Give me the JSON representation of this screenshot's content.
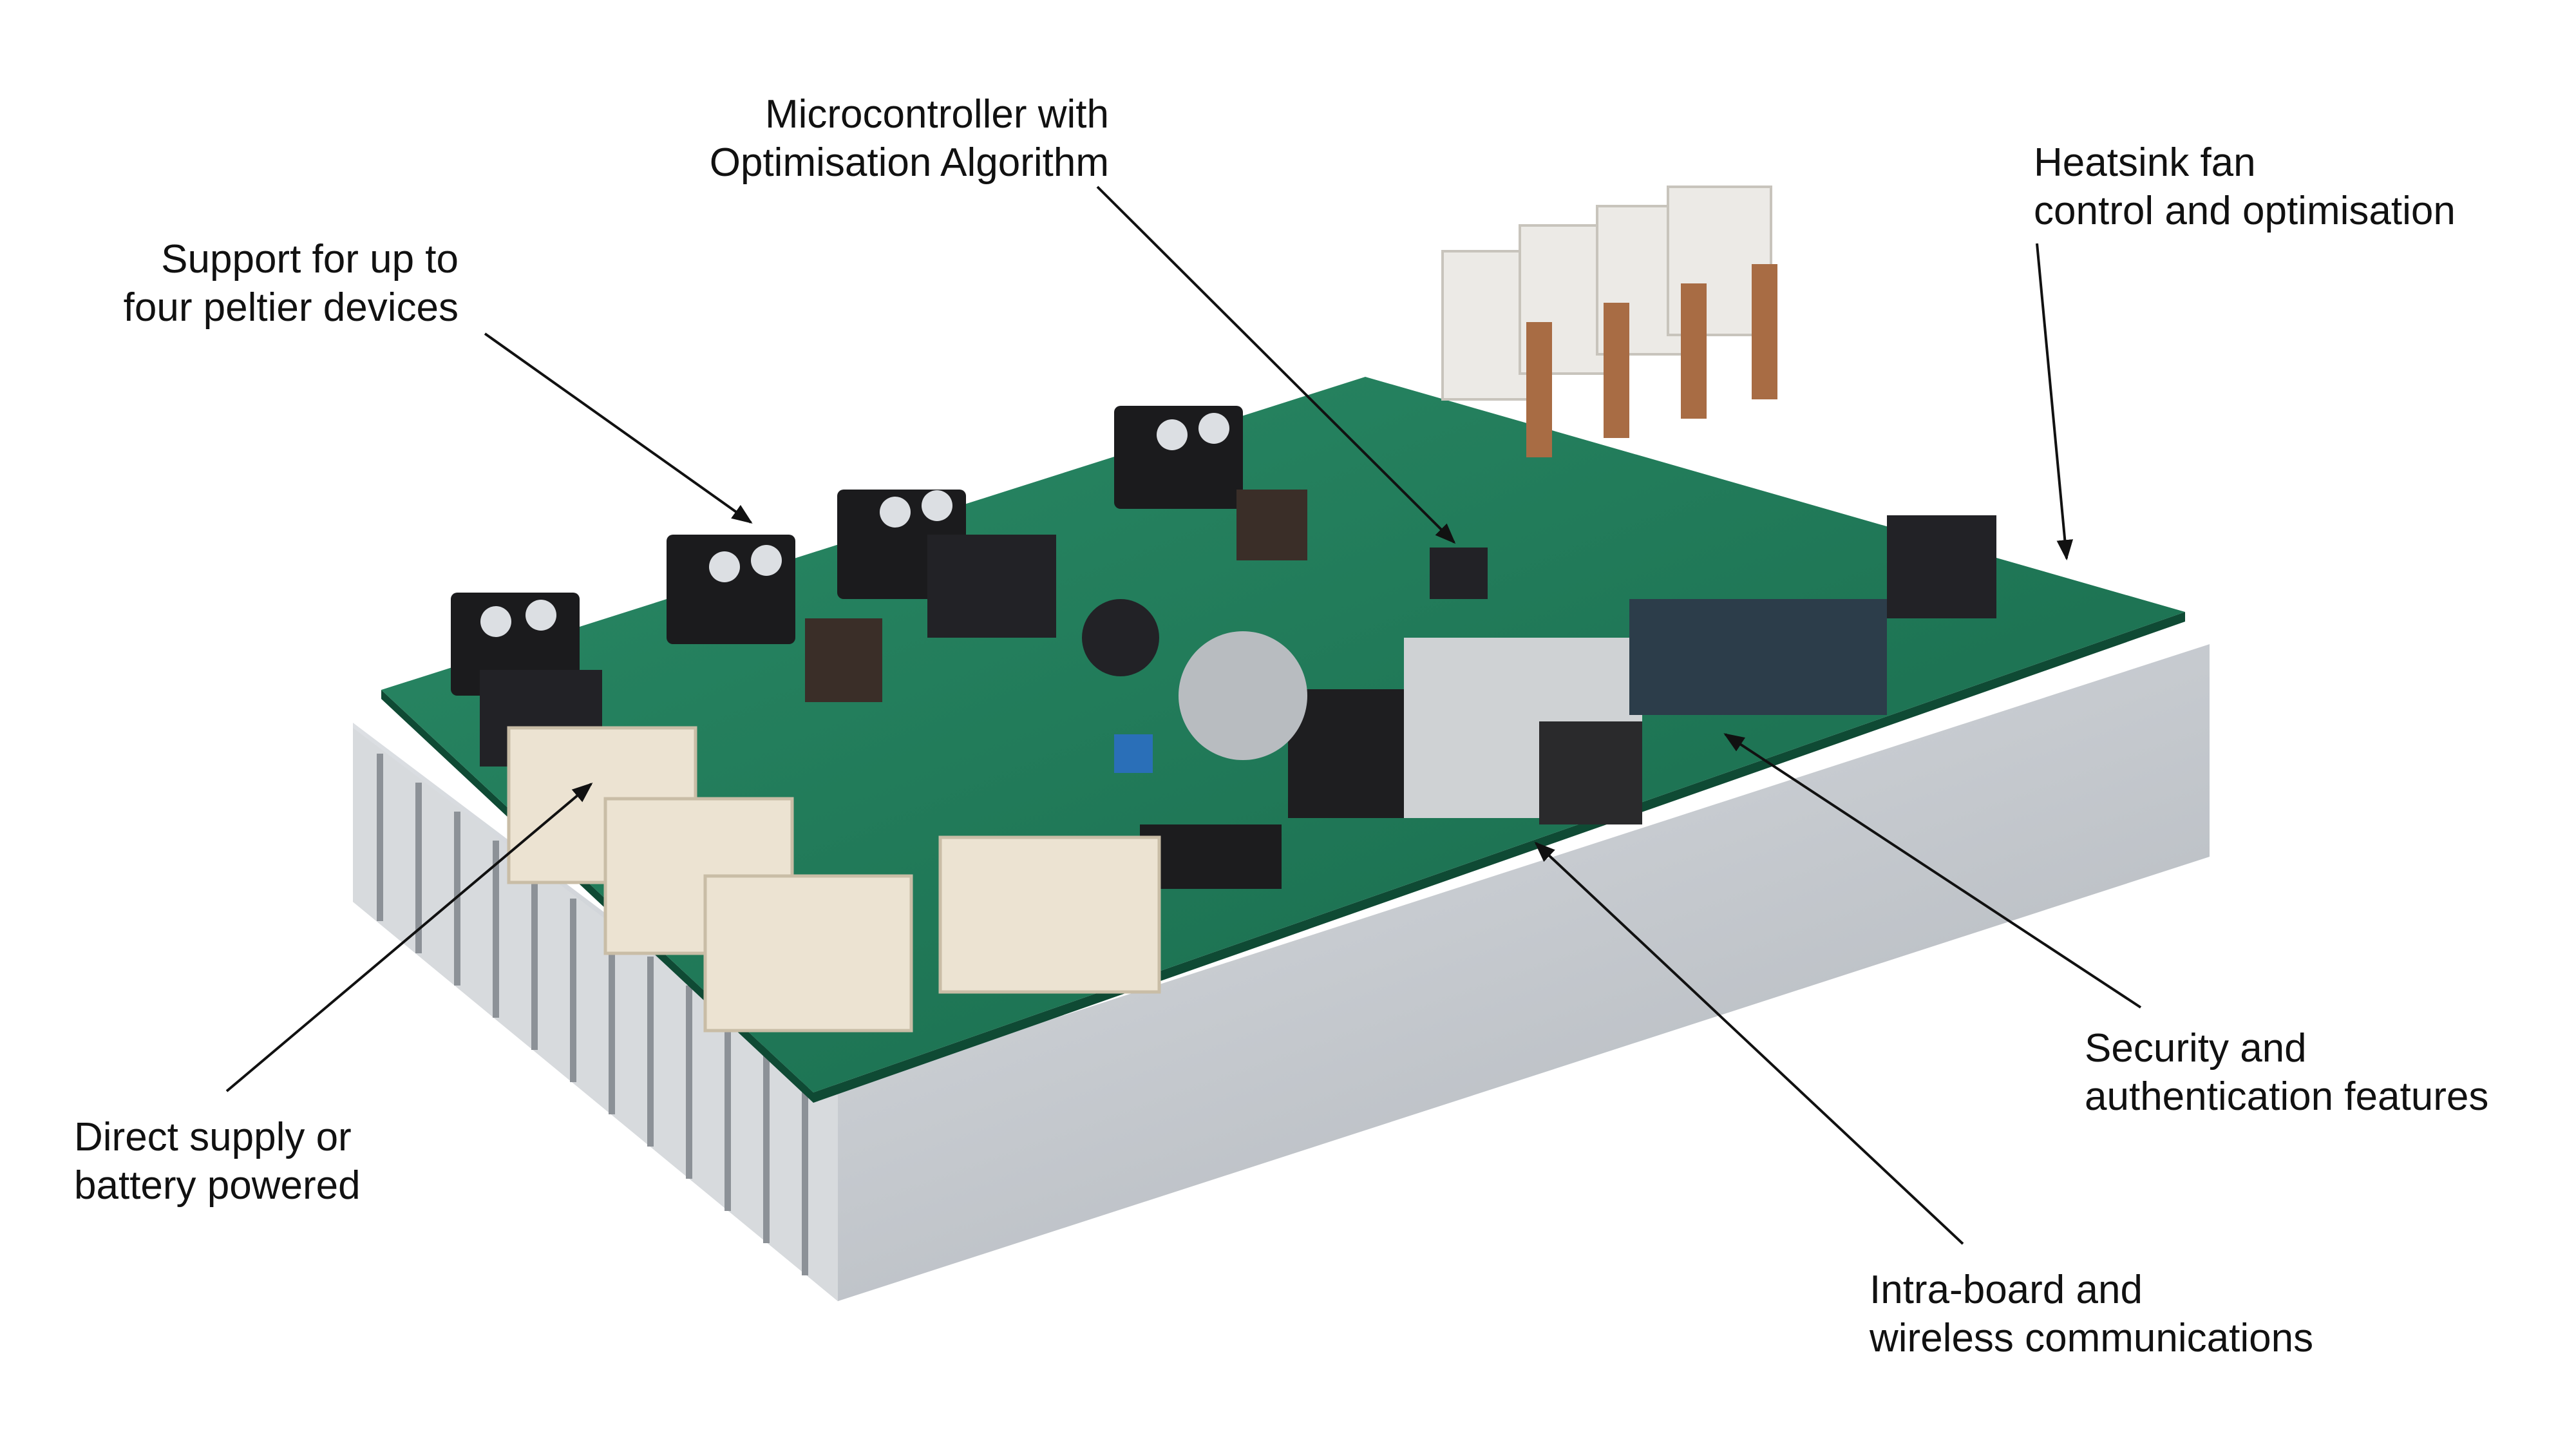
{
  "annotations": {
    "microcontroller": {
      "lines": [
        "Microcontroller with",
        "Optimisation Algorithm"
      ]
    },
    "peltier": {
      "lines": [
        "Support for up to",
        "four peltier devices"
      ]
    },
    "heatsink_fan": {
      "lines": [
        "Heatsink fan",
        "control and optimisation"
      ]
    },
    "power": {
      "lines": [
        "Direct supply or",
        "battery powered"
      ]
    },
    "security": {
      "lines": [
        "Security and",
        "authentication features"
      ]
    },
    "comms": {
      "lines": [
        "Intra-board and",
        "wireless communications"
      ]
    }
  },
  "colors": {
    "pcb": "#1f7a5a",
    "heatsink": "#c9ccd0",
    "connector": "#ece3d2",
    "component": "#1c1c1e",
    "copper": "#b87848"
  }
}
